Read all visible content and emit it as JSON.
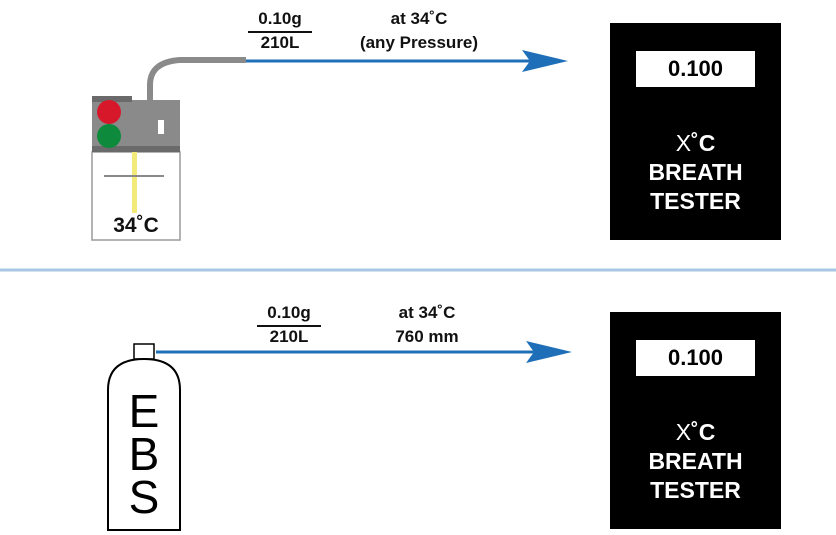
{
  "top": {
    "mass": "0.10g",
    "volume": "210L",
    "temp": "at 34˚C",
    "pressure": "(any Pressure)",
    "simulator_temp": "34˚C",
    "tester": {
      "reading": "0.100",
      "unit_x": "X",
      "unit_c": "˚C",
      "line1": "BREATH",
      "line2": "TESTER"
    }
  },
  "bottom": {
    "mass": "0.10g",
    "volume": "210L",
    "temp": "at 34˚C",
    "pressure": "760 mm",
    "tank_letters": [
      "E",
      "B",
      "S"
    ],
    "tester": {
      "reading": "0.100",
      "unit_x": "X",
      "unit_c": "˚C",
      "line1": "BREATH",
      "line2": "TESTER"
    }
  },
  "colors": {
    "arrow": "#1f6fb8",
    "divider": "#a9c7e3",
    "light_red": "#d7182a",
    "light_green": "#0e8a3c",
    "device": "#8a8a8a",
    "liquid": "#f3ea7a"
  }
}
